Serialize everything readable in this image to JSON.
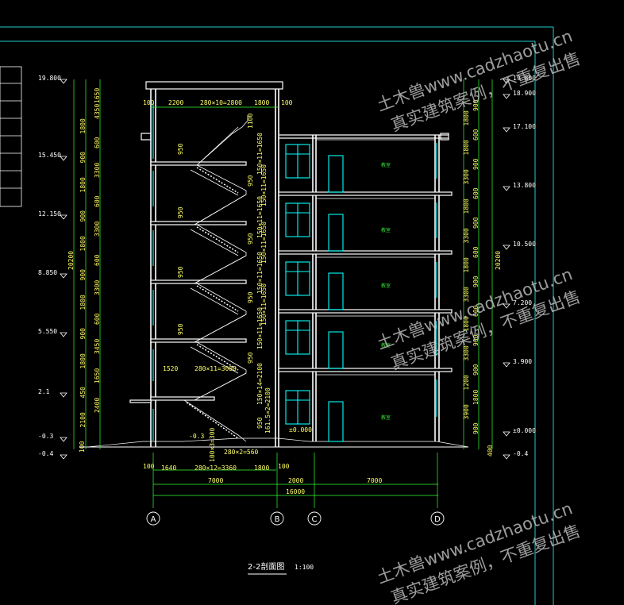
{
  "drawing_title": "2-2剖面图",
  "drawing_scale": "1:100",
  "watermark": [
    "土木兽www.cadzhaotu.cn",
    "真实建筑案例，不重复出售"
  ],
  "level_labels_left": [
    "19.800",
    "15.450",
    "12.150",
    "8.850",
    "5.550",
    "2.1",
    "-0.3",
    "-0.4"
  ],
  "level_labels_right": [
    "19.800",
    "18.900",
    "17.100",
    "13.800",
    "10.500",
    "7.200",
    "3.900",
    "±0.000",
    "-0.4"
  ],
  "left_dims": [
    "1650",
    "4350",
    "1800",
    "600",
    "900",
    "3300",
    "1800",
    "600",
    "900",
    "3300",
    "1800",
    "600",
    "900",
    "3300",
    "1800",
    "600",
    "900",
    "3450",
    "1800",
    "1650",
    "450",
    "2400",
    "2100",
    "20200",
    "100"
  ],
  "right_dims": [
    "900",
    "1800",
    "600",
    "1800",
    "900",
    "3300",
    "600",
    "1800",
    "900",
    "3300",
    "600",
    "1800",
    "900",
    "3300",
    "600",
    "1800",
    "900",
    "3300",
    "900",
    "1200",
    "1800",
    "3900",
    "900",
    "20200",
    "400"
  ],
  "top_dims": [
    "100",
    "2200",
    "280×10=2800",
    "1800",
    "100"
  ],
  "stair_dims": [
    "950",
    "950",
    "950",
    "950",
    "950",
    "950",
    "950",
    "950",
    "1520",
    "280×11=3080",
    "280×2=560",
    "100×3=300",
    "150×11=1650",
    "150×11=1650",
    "150×11=1650",
    "150×11=1650",
    "150×11=1650",
    "150×11=1650",
    "150×11=1650",
    "150×14=2100",
    "161.5×2=2100",
    "1100",
    "950",
    "-0.3",
    "±0.000"
  ],
  "bottom_dims": {
    "offsets": [
      "100",
      "100"
    ],
    "row1": [
      "1640",
      "280×12=3360",
      "1800"
    ],
    "row2": [
      "7000",
      "2000",
      "7000"
    ],
    "total": "16000"
  },
  "axes": [
    "A",
    "B",
    "C",
    "D"
  ],
  "room_label": "教室",
  "icons": {
    "axis_bubble": "axis-bubble-icon",
    "level_marker": "level-marker-icon"
  },
  "colors": {
    "background": "#000000",
    "frame": "#22cccc",
    "wall": "#ffffff",
    "window": "#00ffff",
    "dimension": "#33ff33",
    "dim_text": "#ffff66",
    "room_text": "#33dd33"
  }
}
